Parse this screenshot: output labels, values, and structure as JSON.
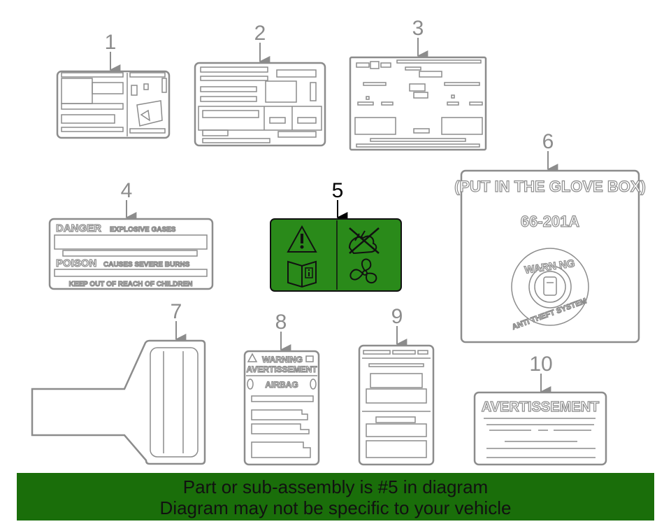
{
  "diagram": {
    "callouts": [
      "1",
      "2",
      "3",
      "4",
      "5",
      "6",
      "7",
      "8",
      "9",
      "10"
    ],
    "highlight_callout": "5",
    "highlight_color": "#2a8a1a",
    "line_color": "#8c8c8c",
    "label4": {
      "danger": "DANGER",
      "explosive": "EXPLOSIVE GASES",
      "poison": "POISON",
      "burns": "CAUSES SEVERE BURNS",
      "keep_out": "KEEP OUT OF REACH OF CHILDREN"
    },
    "label6": {
      "glove_box": "(PUT IN THE GLOVE BOX)",
      "part_no": "66-201A",
      "warning": "WARN NG",
      "anti_theft": "ANTI THEFT SYSTEM"
    },
    "label8": {
      "warning": "WARNING",
      "avertissement": "AVERTISSEMENT",
      "airbag": "AIRBAG"
    },
    "label10": {
      "avertissement": "AVERTISSEMENT"
    }
  },
  "banner": {
    "line1": "Part or sub-assembly is #5 in diagram",
    "line2": "Diagram may not be specific to your vehicle",
    "background": "#1a6e0a"
  }
}
